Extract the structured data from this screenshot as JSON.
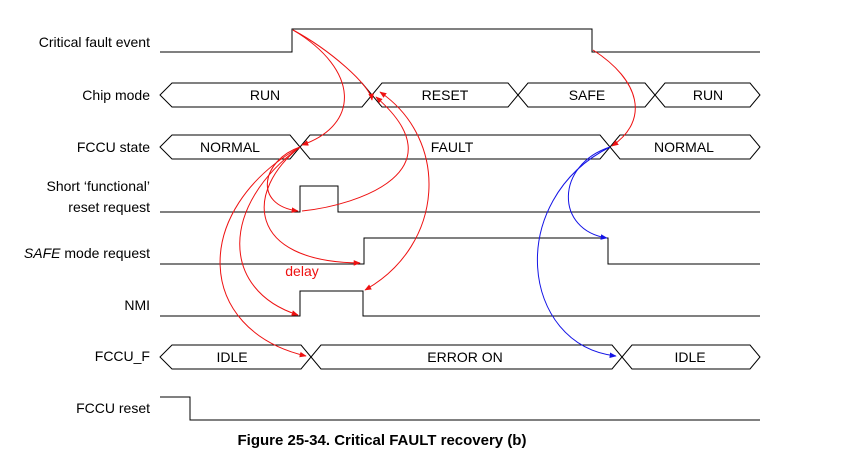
{
  "signals": {
    "critical_fault_event": "Critical fault event",
    "chip_mode": "Chip mode",
    "fccu_state": "FCCU state",
    "short_reset_line1": "Short ‘functional’",
    "short_reset_line2": "reset request",
    "safe_mode_italic": "SAFE",
    "safe_mode_rest": " mode request",
    "nmi": "NMI",
    "fccu_f": "FCCU_F",
    "fccu_reset": "FCCU reset"
  },
  "chip_mode_states": [
    "RUN",
    "RESET",
    "SAFE",
    "RUN"
  ],
  "fccu_state_states": [
    "NORMAL",
    "FAULT",
    "NORMAL"
  ],
  "fccu_f_states": [
    "IDLE",
    "ERROR ON",
    "IDLE"
  ],
  "annotation": {
    "delay": "delay"
  },
  "caption": "Figure 25-34. Critical FAULT recovery (b)",
  "colors": {
    "trigger_arrows": "#ee1111",
    "recovery_arrows": "#1414e6",
    "waveform": "#000000"
  }
}
